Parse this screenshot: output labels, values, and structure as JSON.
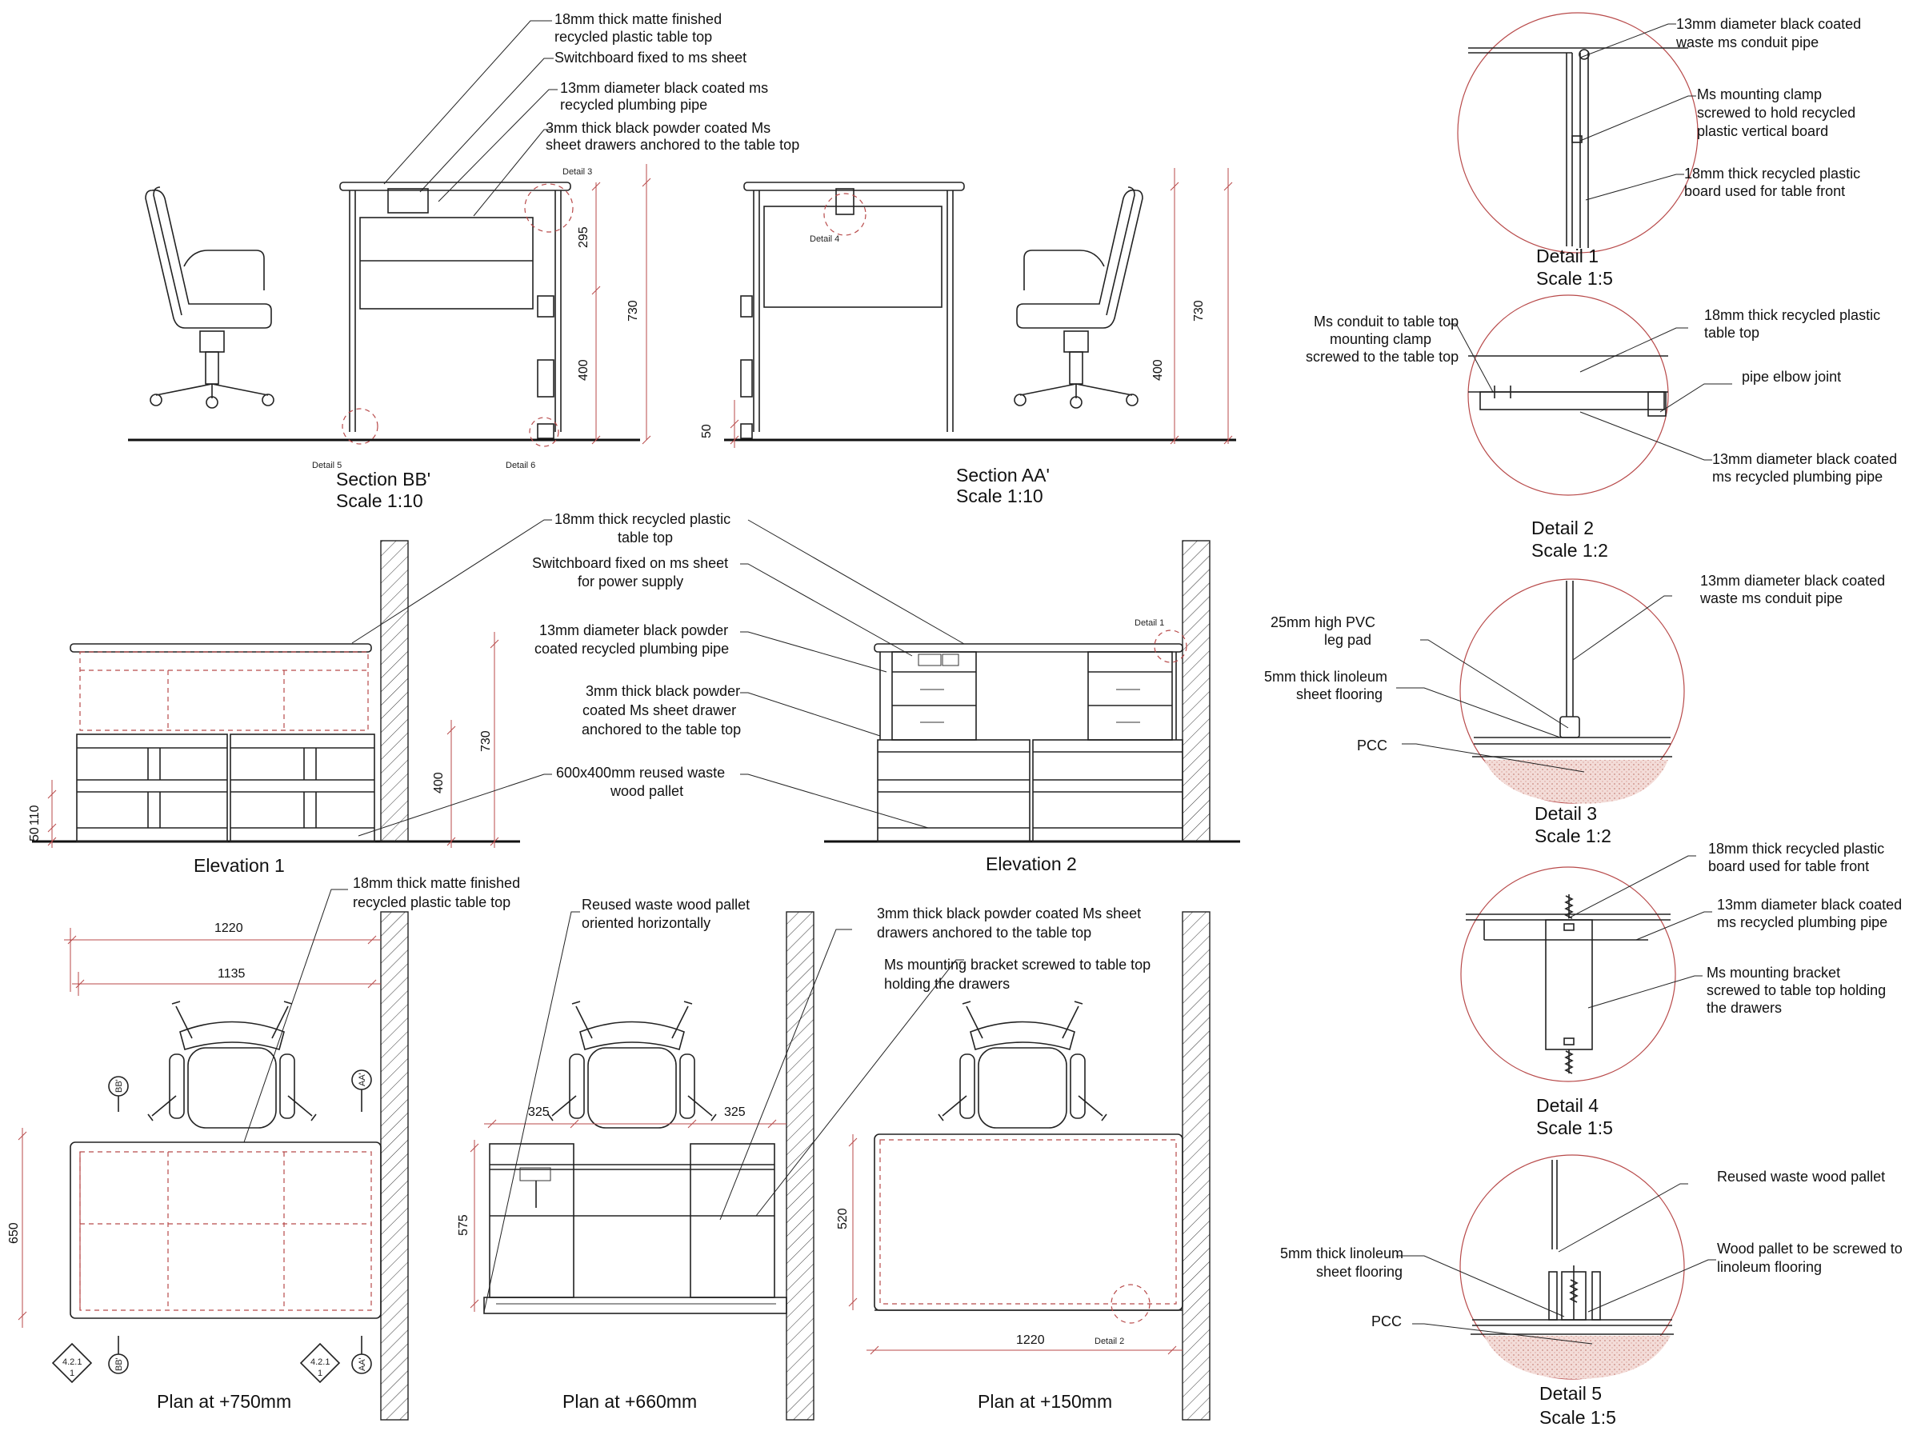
{
  "section_bb": {
    "title": "Section BB'",
    "scale": "Scale 1:10",
    "notes": [
      "18mm thick matte finished",
      "recycled plastic table top",
      "Switchboard fixed to ms sheet",
      "13mm diameter black coated ms",
      "recycled plumbing pipe",
      "3mm thick black powder coated Ms",
      "sheet  drawers anchored to the table top"
    ],
    "dims": [
      "295",
      "730",
      "400"
    ],
    "detail_tags": [
      "Detail 3",
      "Detail 5",
      "Detail 6"
    ]
  },
  "section_aa": {
    "title": "Section AA'",
    "scale": "Scale 1:10",
    "dims": [
      "50",
      "730",
      "400"
    ],
    "detail_tags": [
      "Detail 4"
    ]
  },
  "elevation1": {
    "title": "Elevation 1",
    "dims": [
      "730",
      "400",
      "50",
      "110"
    ],
    "notes": [
      "18mm thick recycled plastic",
      "table top",
      "Switchboard fixed on ms sheet",
      "for power supply",
      "13mm diameter black powder",
      "coated recycled plumbing pipe",
      "3mm thick black powder",
      "coated Ms sheet  drawer",
      "anchored to the table top",
      "600x400mm reused waste",
      "wood pallet"
    ]
  },
  "elevation2": {
    "title": "Elevation 2",
    "detail_tags": [
      "Detail 1"
    ]
  },
  "plan750": {
    "title": "Plan at +750mm",
    "dims": [
      "1220",
      "1135",
      "650"
    ],
    "notes": [
      "18mm thick matte finished",
      "recycled plastic table top"
    ],
    "section_marks": [
      "BB'",
      "AA'",
      "4.2.1",
      "1"
    ]
  },
  "plan660": {
    "title": "Plan at +660mm",
    "dims": [
      "325",
      "325",
      "575"
    ],
    "notes": [
      "Reused waste wood pallet",
      "oriented horizontally"
    ]
  },
  "plan150": {
    "title": "Plan at +150mm",
    "dims": [
      "520",
      "1220"
    ],
    "notes": [
      "3mm thick black powder coated Ms sheet",
      "drawers anchored to the table top",
      "Ms mounting bracket screwed to table top",
      "holding the drawers"
    ],
    "detail_tags": [
      "Detail 2"
    ]
  },
  "detail1": {
    "title": "Detail 1",
    "scale": "Scale 1:5",
    "notes": [
      "13mm diameter black coated",
      "waste ms conduit pipe",
      "Ms mounting clamp",
      "screwed to hold recycled",
      "plastic vertical board",
      "18mm thick recycled plastic",
      "board used for table front"
    ]
  },
  "detail2": {
    "title": "Detail 2",
    "scale": "Scale 1:2",
    "notes": [
      "Ms conduit to table top",
      "mounting clamp",
      "screwed to the table top",
      "18mm thick recycled plastic",
      "table top",
      "pipe elbow joint",
      "13mm diameter black coated",
      "ms recycled plumbing pipe"
    ]
  },
  "detail3": {
    "title": "Detail 3",
    "scale": "Scale 1:2",
    "notes": [
      "25mm high PVC",
      "leg pad",
      "5mm thick linoleum",
      "sheet flooring",
      "PCC",
      "13mm diameter black coated",
      "waste ms conduit pipe"
    ]
  },
  "detail4": {
    "title": "Detail 4",
    "scale": "Scale 1:5",
    "notes": [
      "18mm thick recycled plastic",
      "board used for table front",
      "13mm diameter black coated",
      "ms recycled plumbing pipe",
      "Ms mounting bracket",
      "screwed to table top holding",
      "the drawers"
    ]
  },
  "detail5": {
    "title": "Detail 5",
    "scale": "Scale 1:5",
    "notes": [
      "Reused waste wood pallet",
      "Wood pallet to be screwed to",
      "linoleum flooring",
      "5mm thick linoleum",
      "sheet flooring",
      "PCC"
    ]
  },
  "colors": {
    "ink": "#111111",
    "redline": "#b84a4a",
    "pcc_fill": "#e8c9c4"
  }
}
